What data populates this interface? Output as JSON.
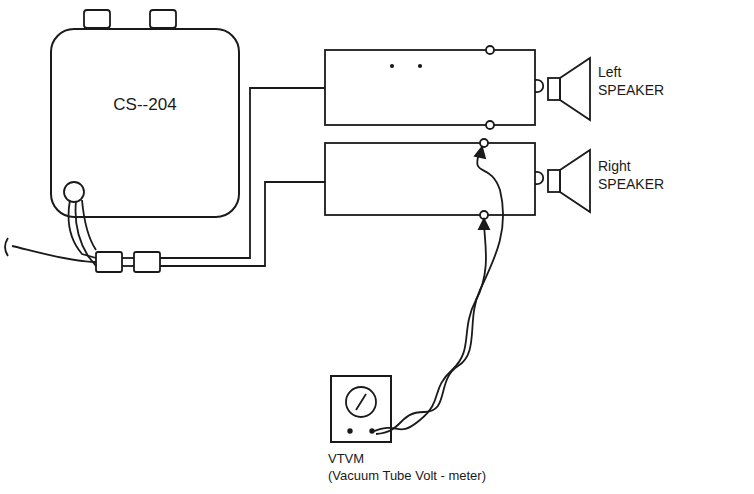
{
  "diagram": {
    "nodes": [
      {
        "text": [
          "CS--204"
        ]
      },
      {
        "text": [
          "Left SPEAKER"
        ]
      },
      {
        "text": [
          "Right SPEAKER"
        ]
      },
      {
        "text": [
          "VTVM",
          "(Vacuum Tube Volt - meter)"
        ]
      }
    ]
  }
}
